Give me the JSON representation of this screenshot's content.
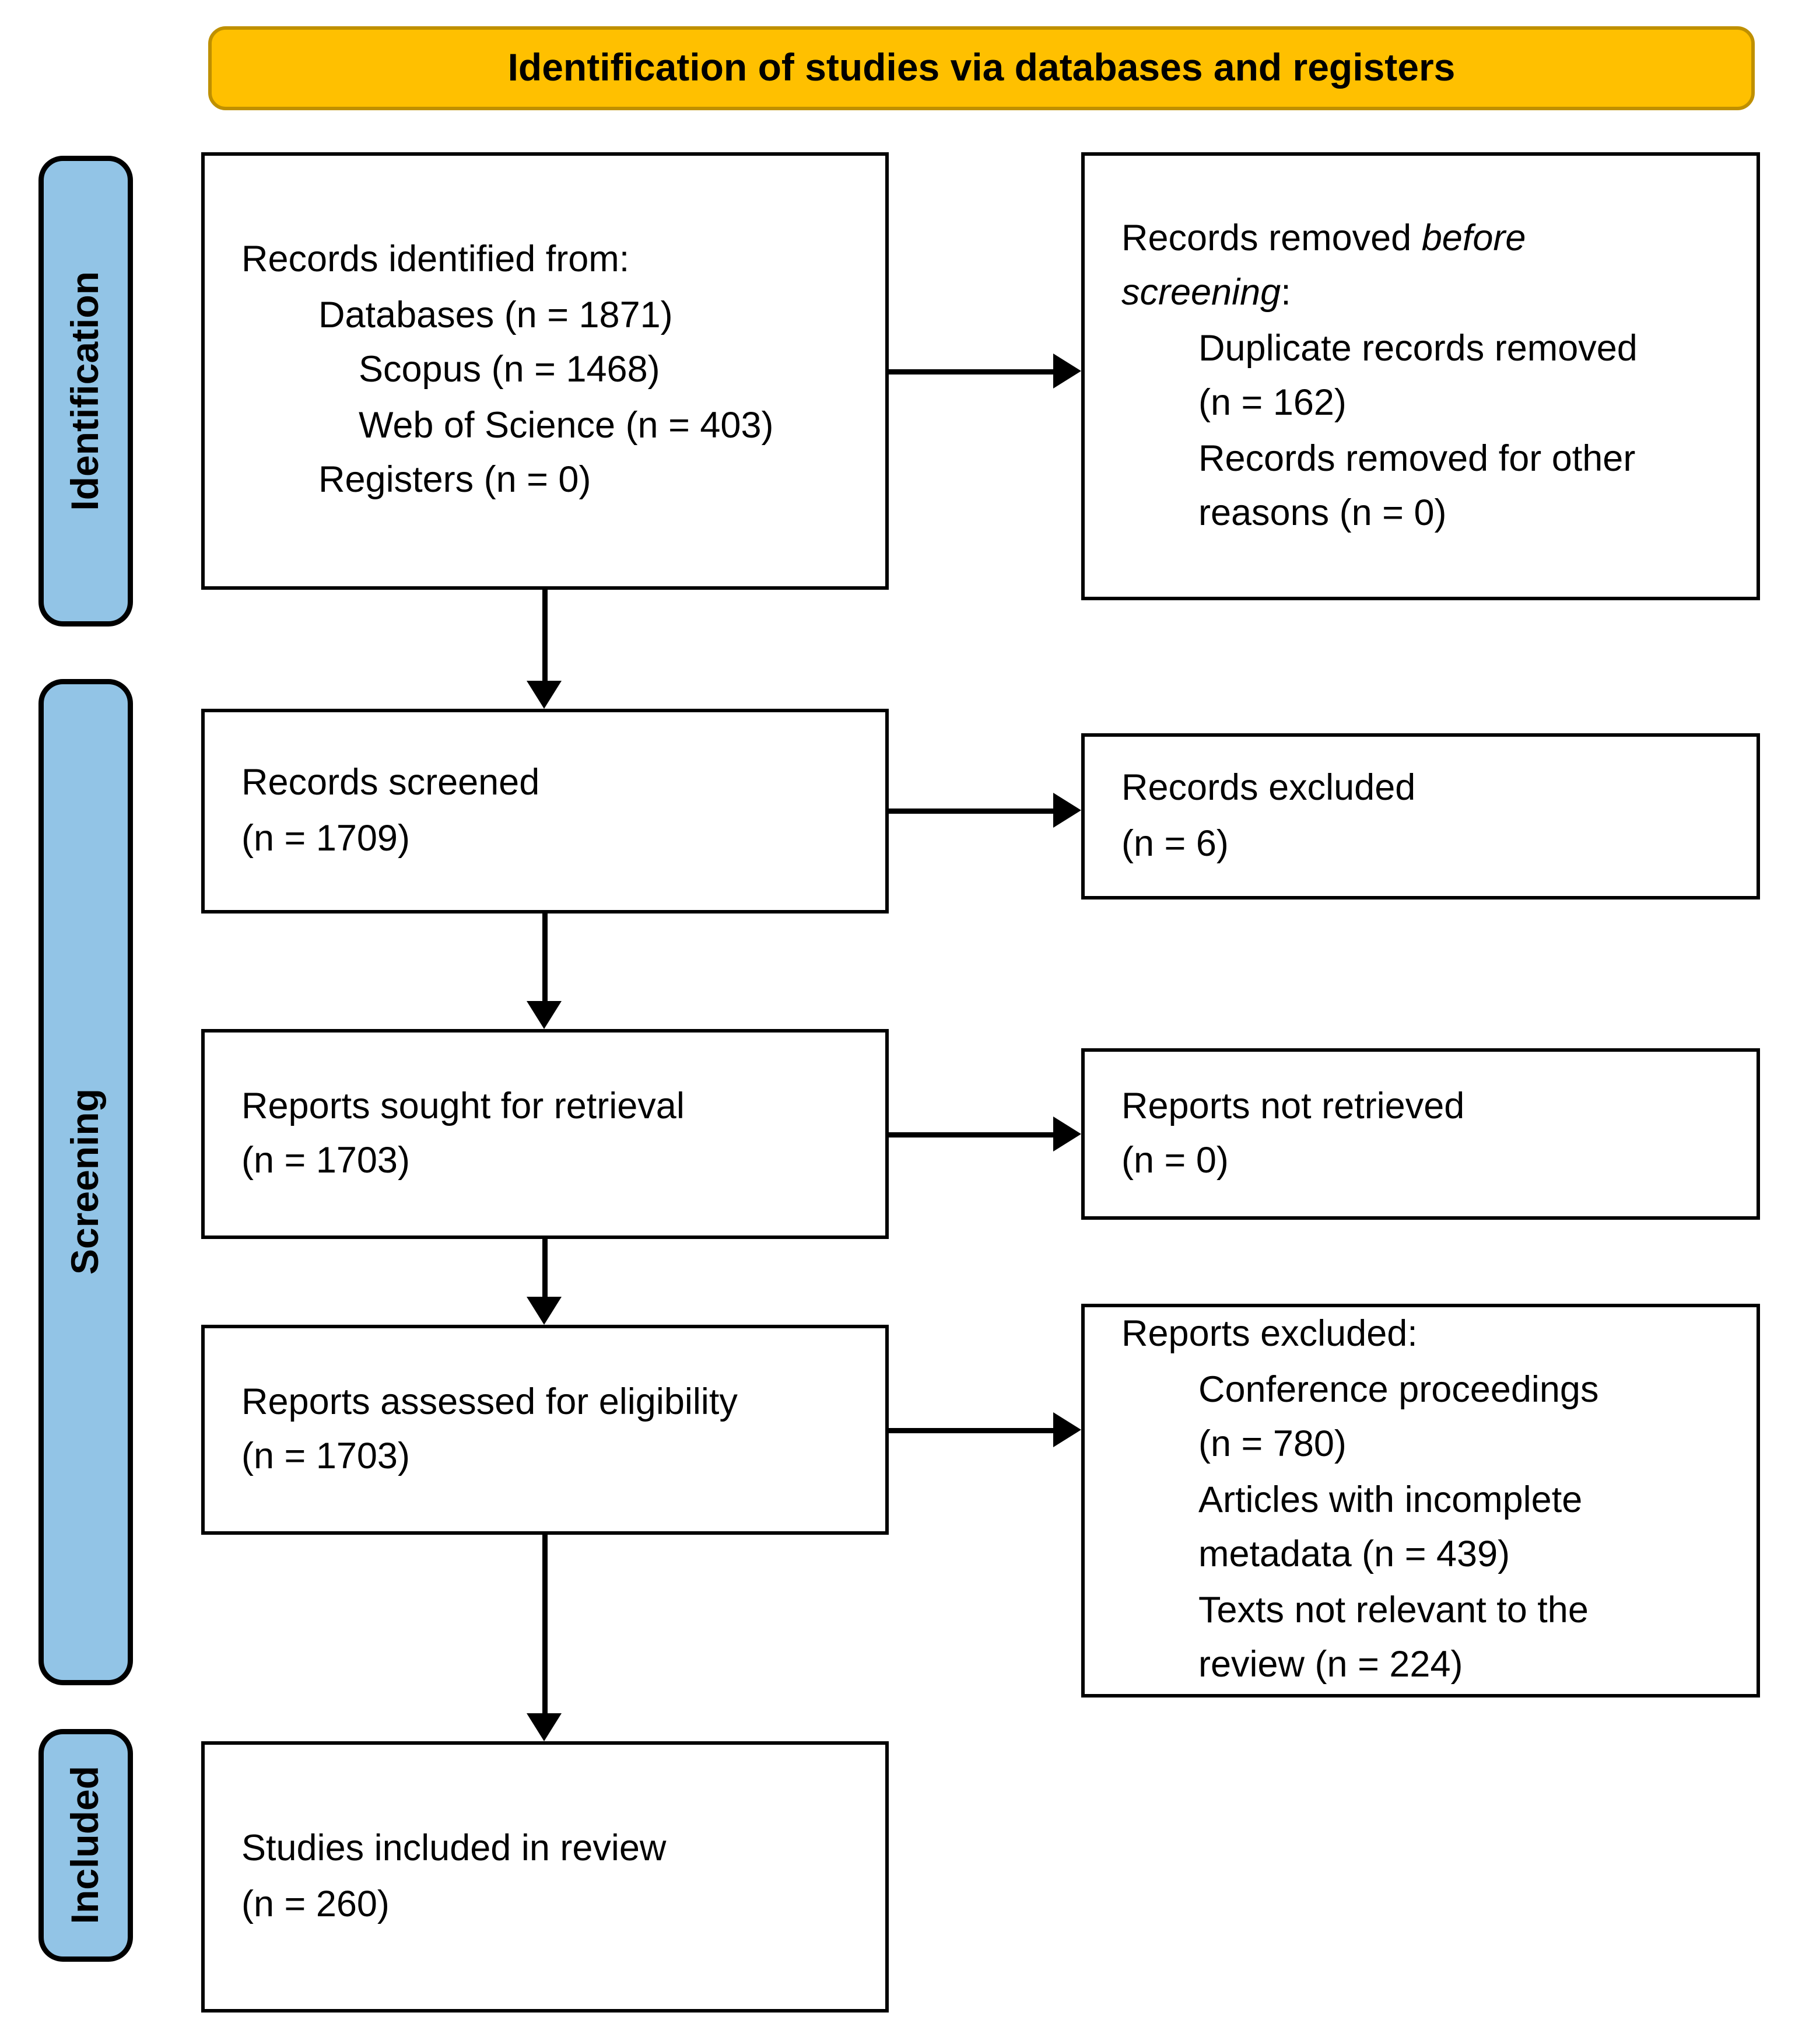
{
  "header": {
    "title": "Identification of studies via databases and registers"
  },
  "stages": {
    "identification": "Identification",
    "screening": "Screening",
    "included": "Included"
  },
  "colors": {
    "banner_bg": "#FFC000",
    "banner_border": "#BF9000",
    "stage_bg": "#92C4E6",
    "box_bg": "#FFFFFF",
    "line_color": "#000000"
  },
  "boxes": {
    "identified": {
      "lines": [
        {
          "pre": "Records identified from:"
        },
        {
          "pre": "Databases (n = 1871)"
        },
        {
          "pre": "Scopus (n = 1468)"
        },
        {
          "pre": "Web of Science (n = 403)"
        },
        {
          "pre": "Registers (n = 0)"
        }
      ]
    },
    "removed": {
      "lines": [
        {
          "pre": "Records removed ",
          "it": "before"
        },
        {
          "it": "screening",
          "post": ":"
        },
        {
          "pre": "Duplicate records removed"
        },
        {
          "pre": "(n = 162)"
        },
        {
          "pre": "Records removed for other"
        },
        {
          "pre": "reasons (n = 0)"
        }
      ]
    },
    "screened": {
      "lines": [
        {
          "pre": "Records screened"
        },
        {
          "pre": "(n = 1709)"
        }
      ]
    },
    "excluded": {
      "lines": [
        {
          "pre": "Records excluded"
        },
        {
          "pre": "(n = 6)"
        }
      ]
    },
    "sought": {
      "lines": [
        {
          "pre": "Reports sought for retrieval"
        },
        {
          "pre": "(n = 1703)"
        }
      ]
    },
    "not_retrieved": {
      "lines": [
        {
          "pre": "Reports not retrieved"
        },
        {
          "pre": "(n = 0)"
        }
      ]
    },
    "assessed": {
      "lines": [
        {
          "pre": "Reports assessed for eligibility"
        },
        {
          "pre": "(n = 1703)"
        }
      ]
    },
    "reports_excluded": {
      "lines": [
        {
          "pre": "Reports excluded:"
        },
        {
          "pre": "Conference proceedings"
        },
        {
          "pre": "(n = 780)"
        },
        {
          "pre": "Articles with incomplete"
        },
        {
          "pre": "metadata (n = 439)"
        },
        {
          "pre": "Texts not relevant to the"
        },
        {
          "pre": "review (n = 224)"
        }
      ]
    },
    "included": {
      "lines": [
        {
          "pre": "Studies included in review"
        },
        {
          "pre": "(n = 260)"
        }
      ]
    }
  }
}
